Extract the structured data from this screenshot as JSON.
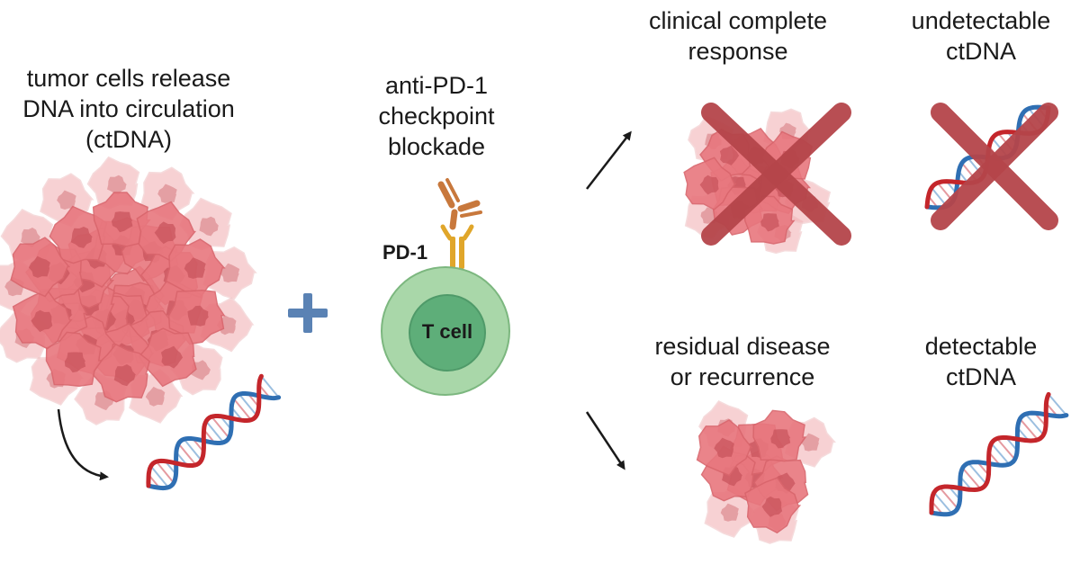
{
  "labels": {
    "tumor": [
      "tumor cells release",
      "DNA into circulation",
      "(ctDNA)"
    ],
    "therapy": [
      "anti-PD-1",
      "checkpoint",
      "blockade"
    ],
    "pd1": "PD-1",
    "tcell": "T cell",
    "ccr": [
      "clinical complete",
      "response"
    ],
    "undetectable": [
      "undetectable",
      "ctDNA"
    ],
    "residual": [
      "residual disease",
      "or recurrence"
    ],
    "detectable": [
      "detectable",
      "ctDNA"
    ]
  },
  "colors": {
    "cell_fill": "#e8777e",
    "cell_light": "#f3b3b6",
    "nucleus": "#c8545c",
    "cross": "#b5454a",
    "plus": "#5a82b4",
    "dna_red": "#c4262b",
    "dna_blue": "#2f6fb3",
    "tcell_outer": "#a9d7a9",
    "tcell_inner": "#5eae79",
    "antibody": "#c8783c",
    "receptor": "#e0a62a",
    "arrow": "#1a1a1a"
  }
}
